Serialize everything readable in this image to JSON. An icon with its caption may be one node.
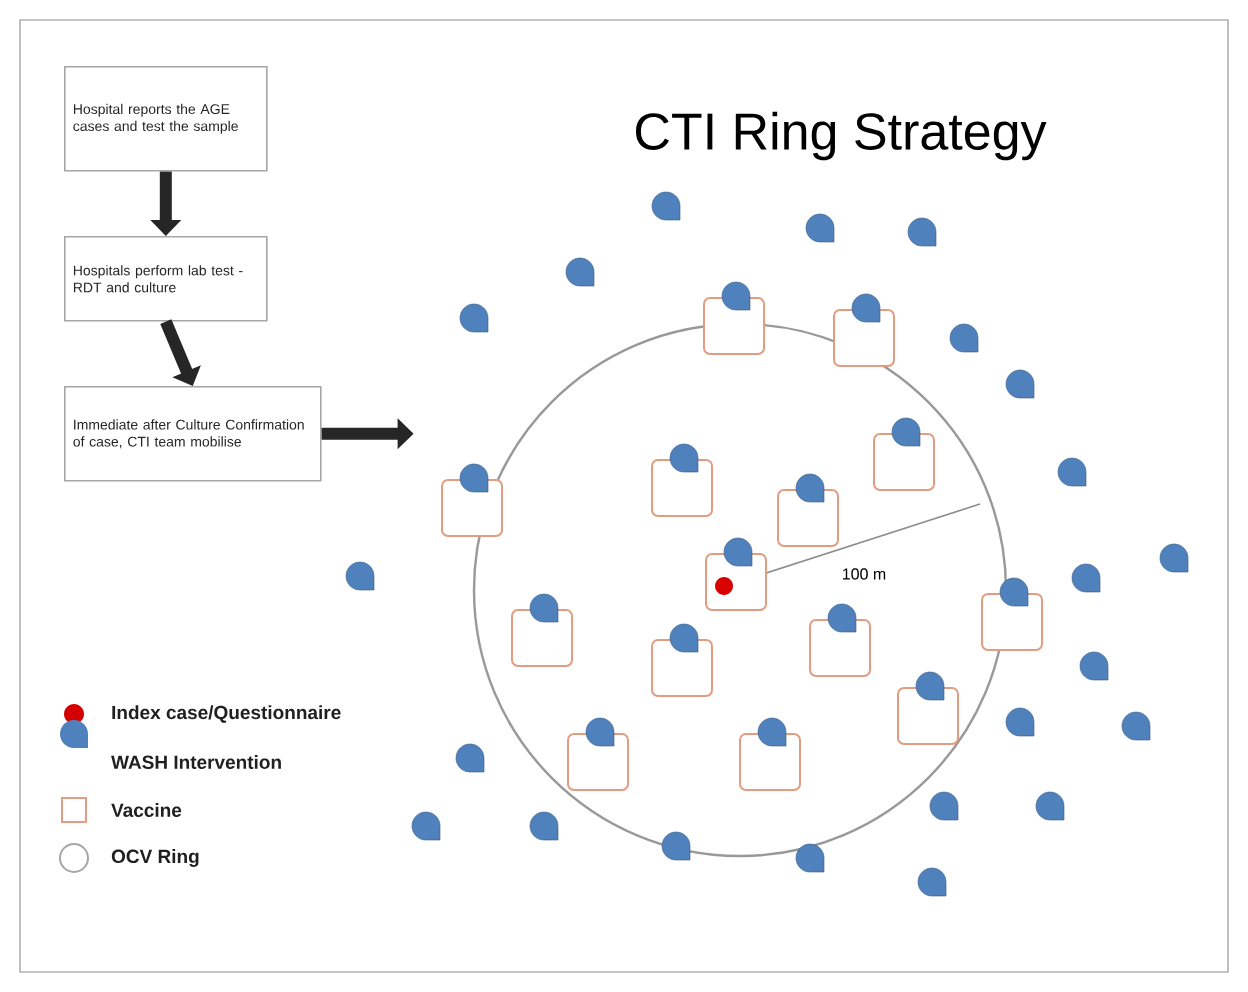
{
  "diagram": {
    "title": "CTI Ring Strategy",
    "nodes": [
      {
        "text": [
          "Hospital reports the AGE cases and test the sample"
        ]
      },
      {
        "text": [
          "Hospitals perform lab test - RDT and culture"
        ]
      },
      {
        "text": [
          "Immediate after Culture Confirmation of case, CTI team  mobilise"
        ]
      }
    ],
    "edges": [
      {
        "from": 0,
        "to": 1,
        "arrow": "to"
      },
      {
        "from": 1,
        "to": 2,
        "arrow": "to"
      },
      {
        "from": 2,
        "to": null,
        "arrow": "to"
      }
    ],
    "labels": [
      "100 m"
    ],
    "legend": [
      {
        "text": "Index case/Questionnaire",
        "color": "#d40000"
      },
      {
        "text": "WASH Intervention",
        "color": "#4f81bd"
      },
      {
        "text": "Vaccine"
      },
      {
        "text": "OCV Ring"
      }
    ]
  }
}
